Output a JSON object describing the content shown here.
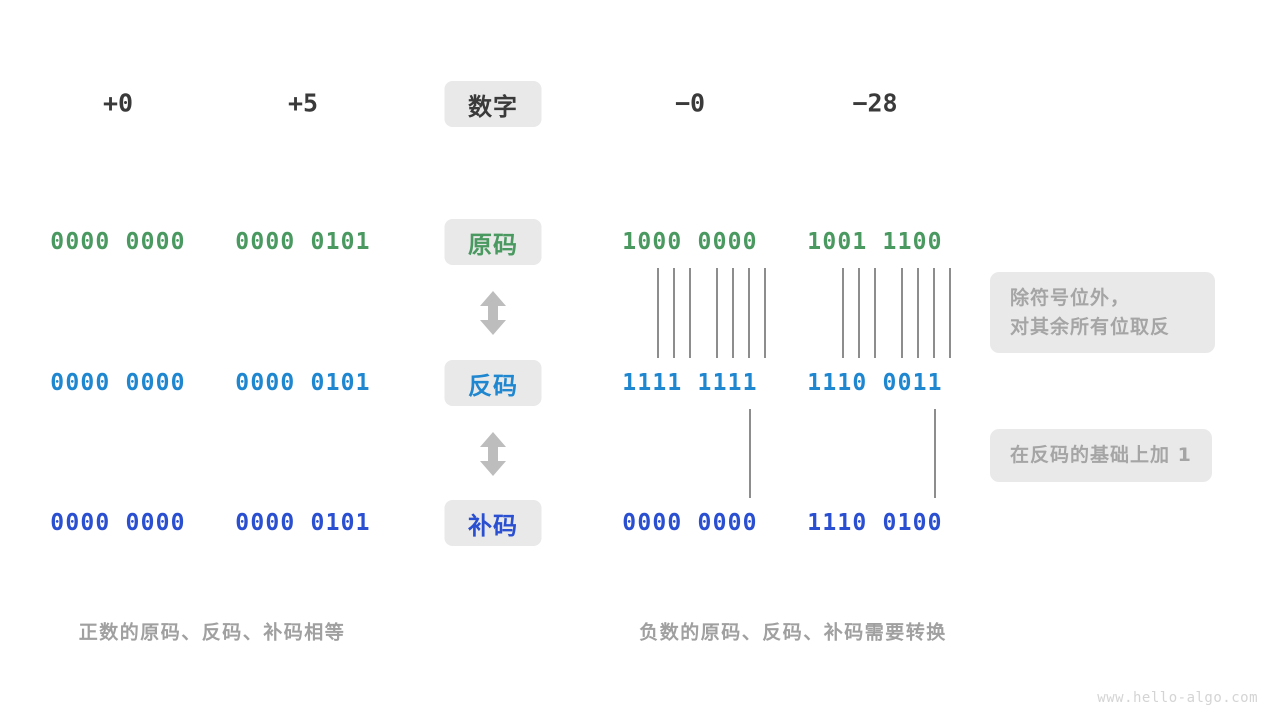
{
  "columns": {
    "headers": [
      "+0",
      "+5",
      "数字",
      "−0",
      "−28"
    ]
  },
  "rows": [
    {
      "label": "原码",
      "color": "#4a9960",
      "values": [
        "0000 0000",
        "0000 0101",
        "1000 0000",
        "1001 1100"
      ]
    },
    {
      "label": "反码",
      "color": "#1f86d0",
      "values": [
        "0000 0000",
        "0000 0101",
        "1111 1111",
        "1110 0011"
      ]
    },
    {
      "label": "补码",
      "color": "#2a4fd0",
      "values": [
        "0000 0000",
        "0000 0101",
        "0000 0000",
        "1110 0100"
      ]
    }
  ],
  "notes": {
    "invert": "除符号位外，\n对其余所有位取反",
    "invert_line1": "除符号位外，",
    "invert_line2": "对其余所有位取反",
    "plus_one": "在反码的基础上加 1"
  },
  "captions": {
    "positive": "正数的原码、反码、补码相等",
    "negative": "负数的原码、反码、补码需要转换"
  },
  "watermark": "www.hello-algo.com",
  "palette": {
    "sign_magnitude": "#4a9960",
    "ones_complement": "#1f86d0",
    "twos_complement": "#2a4fd0",
    "chip_bg": "#e9e9e9",
    "note_text": "#a5a5a5",
    "connector": "#8d8d8d",
    "arrow": "#bdbdbd"
  }
}
